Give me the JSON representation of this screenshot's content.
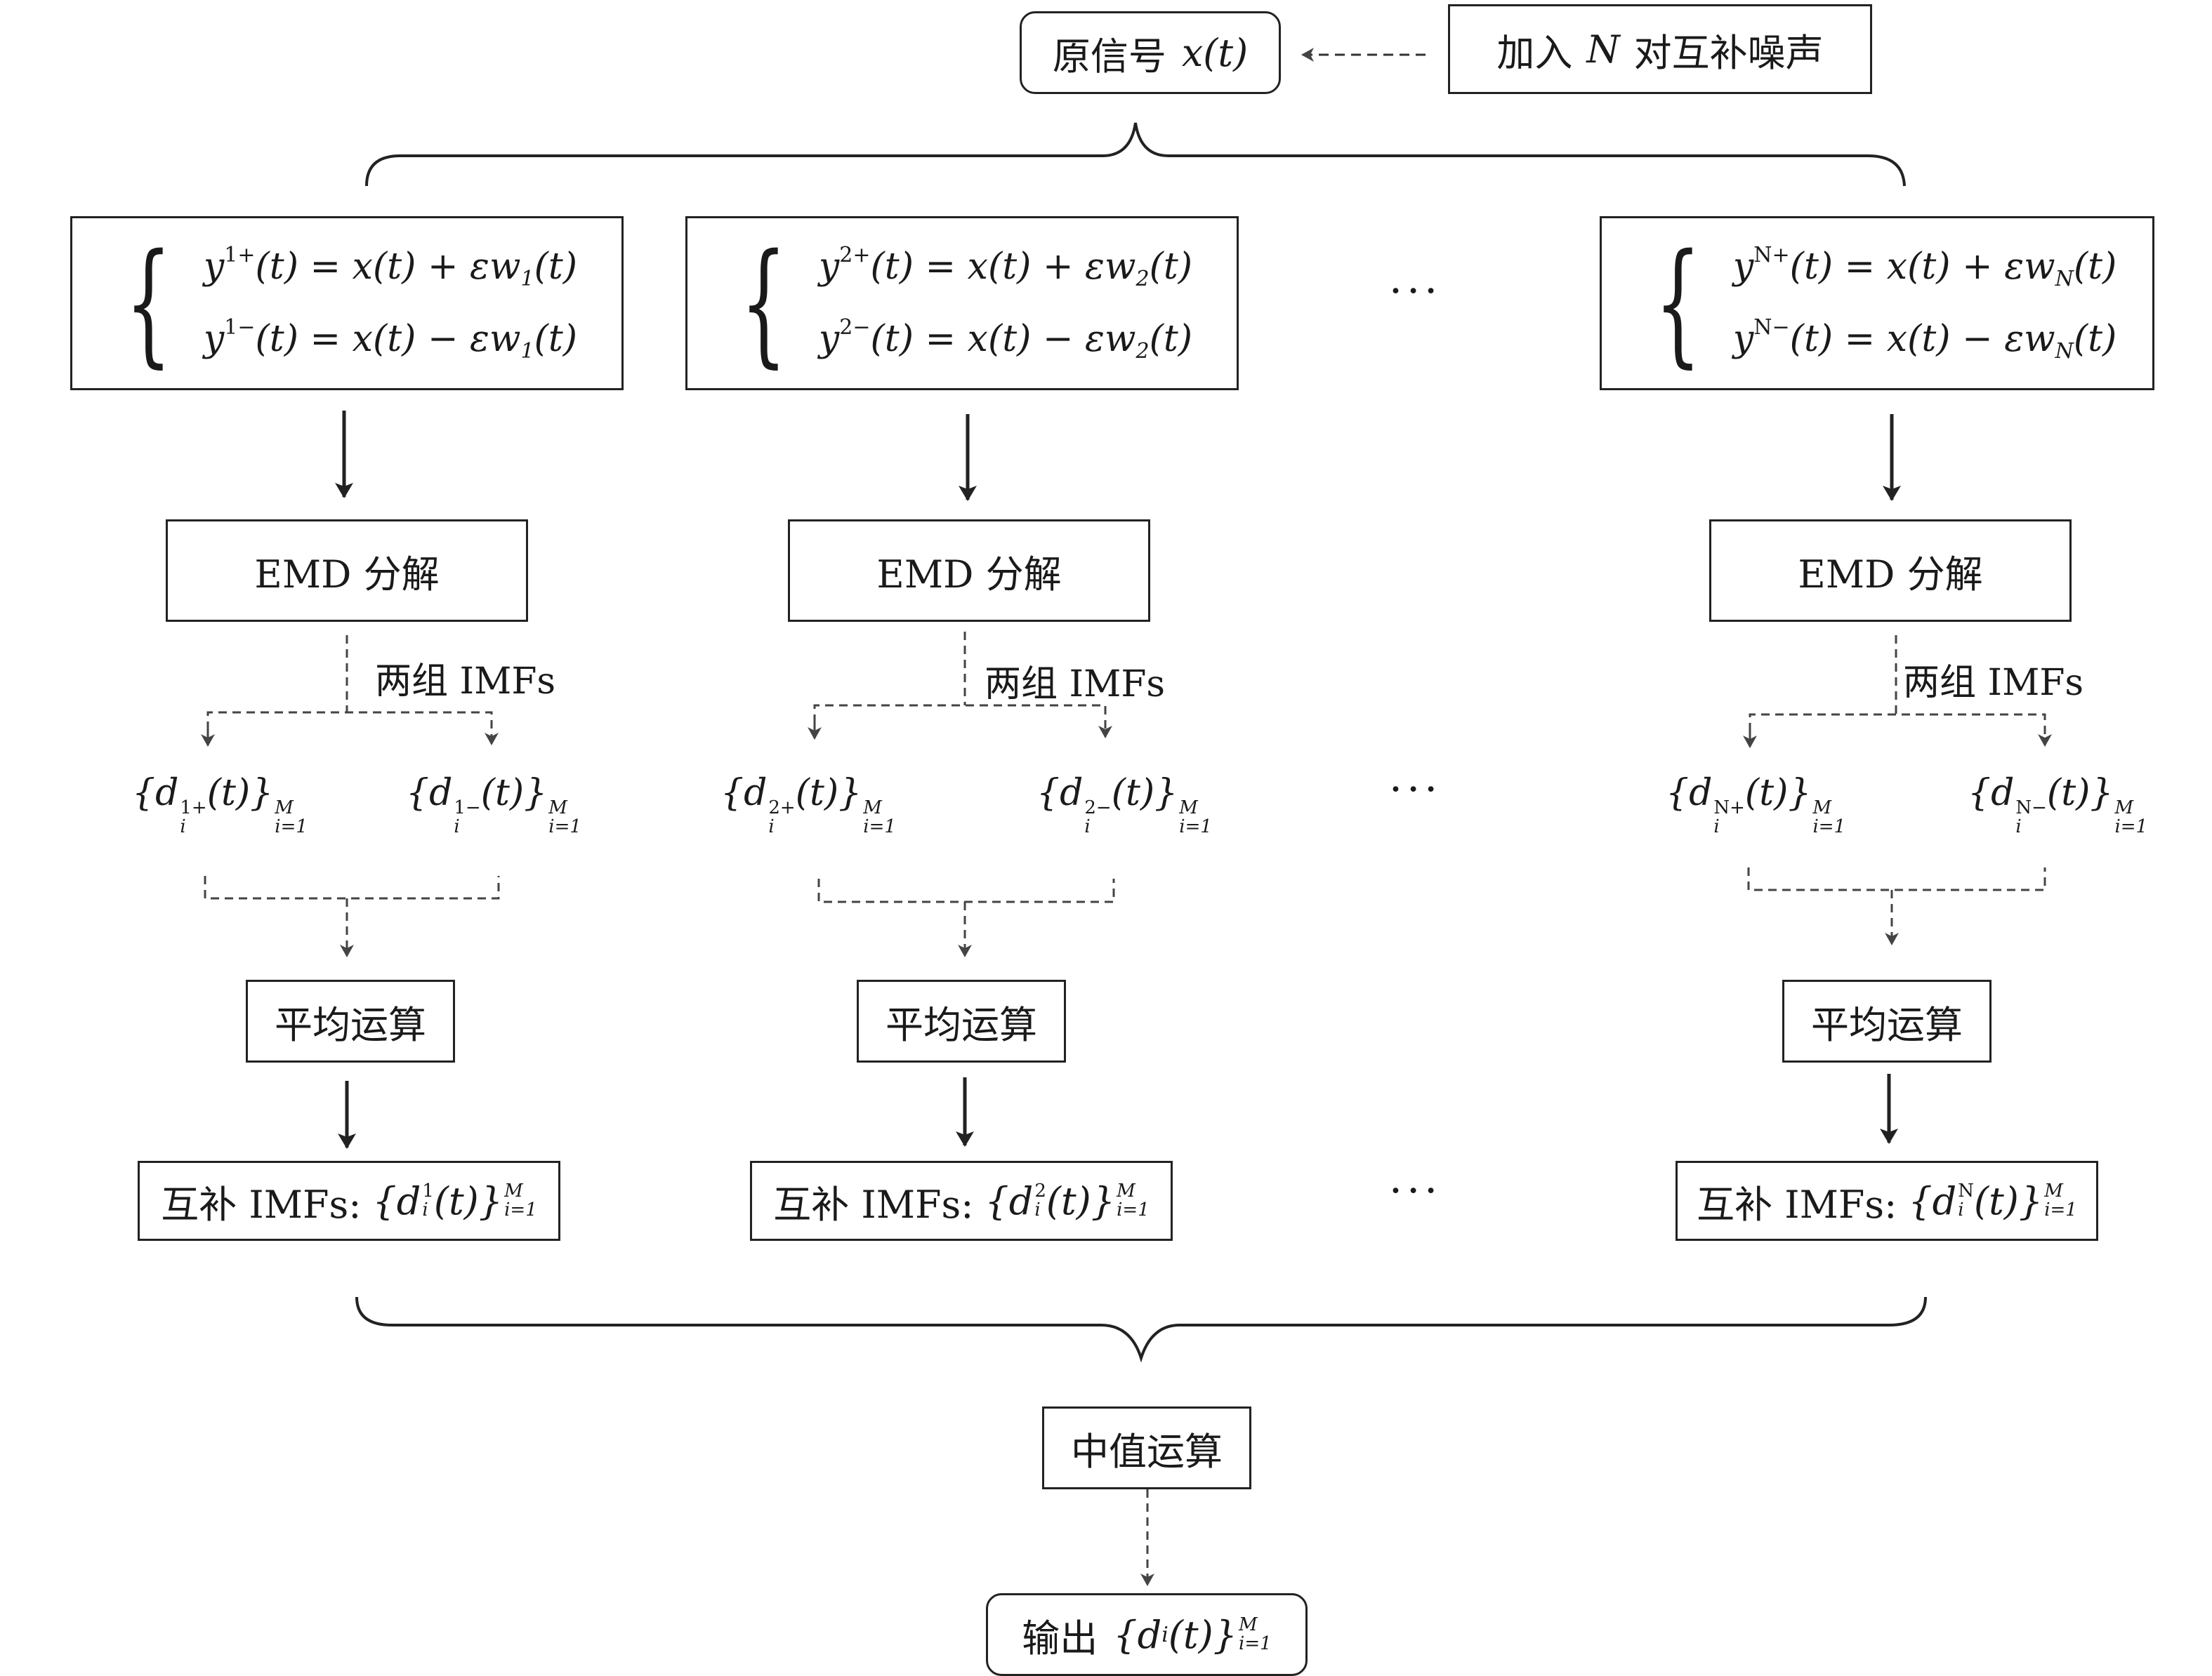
{
  "nodes": {
    "original_signal": {
      "text": "原信号",
      "math": "x(t)"
    },
    "add_noise": {
      "text_before": "加入",
      "math": "N",
      "text_after": "对互补噪声"
    },
    "median": "中值运算",
    "output": {
      "text": "输出",
      "math": "{d",
      "sub": "i",
      "close": "(t)}",
      "sup_top": "M",
      "sup_bottom": "i=1"
    }
  },
  "columns": [
    {
      "eq_plus": {
        "lhs": "y",
        "sup": "1+",
        "rest": "(t) = x(t) + εw",
        "sub": "1",
        "tail": "(t)"
      },
      "eq_minus": {
        "lhs": "y",
        "sup": "1−",
        "rest": "(t) = x(t) − εw",
        "sub": "1",
        "tail": "(t)"
      },
      "emd": "EMD 分解",
      "imf_label": "两组 IMFs",
      "set_plus": {
        "open": "{d",
        "sup": "1+",
        "sub": "i",
        "close": "(t)}",
        "top": "M",
        "bottom": "i=1"
      },
      "set_minus": {
        "open": "{d",
        "sup": "1−",
        "sub": "i",
        "close": "(t)}",
        "top": "M",
        "bottom": "i=1"
      },
      "average": "平均运算",
      "result": {
        "text": "互补 IMFs:",
        "open": "{d",
        "sup": "1",
        "sub": "i",
        "close": "(t)}",
        "top": "M",
        "bottom": "i=1"
      }
    },
    {
      "eq_plus": {
        "lhs": "y",
        "sup": "2+",
        "rest": "(t) = x(t) + εw",
        "sub": "2",
        "tail": "(t)"
      },
      "eq_minus": {
        "lhs": "y",
        "sup": "2−",
        "rest": "(t) = x(t) − εw",
        "sub": "2",
        "tail": "(t)"
      },
      "emd": "EMD 分解",
      "imf_label": "两组 IMFs",
      "set_plus": {
        "open": "{d",
        "sup": "2+",
        "sub": "i",
        "close": "(t)}",
        "top": "M",
        "bottom": "i=1"
      },
      "set_minus": {
        "open": "{d",
        "sup": "2−",
        "sub": "i",
        "close": "(t)}",
        "top": "M",
        "bottom": "i=1"
      },
      "average": "平均运算",
      "result": {
        "text": "互补 IMFs:",
        "open": "{d",
        "sup": "2",
        "sub": "i",
        "close": "(t)}",
        "top": "M",
        "bottom": "i=1"
      }
    },
    {
      "eq_plus": {
        "lhs": "y",
        "sup": "N+",
        "rest": "(t) = x(t) + εw",
        "sub": "N",
        "tail": "(t)"
      },
      "eq_minus": {
        "lhs": "y",
        "sup": "N−",
        "rest": "(t) = x(t) − εw",
        "sub": "N",
        "tail": "(t)"
      },
      "emd": "EMD 分解",
      "imf_label": "两组 IMFs",
      "set_plus": {
        "open": "{d",
        "sup": "N+",
        "sub": "i",
        "close": "(t)}",
        "top": "M",
        "bottom": "i=1"
      },
      "set_minus": {
        "open": "{d",
        "sup": "N−",
        "sub": "i",
        "close": "(t)}",
        "top": "M",
        "bottom": "i=1"
      },
      "average": "平均运算",
      "result": {
        "text": "互补 IMFs:",
        "open": "{d",
        "sup": "N",
        "sub": "i",
        "close": "(t)}",
        "top": "M",
        "bottom": "i=1"
      }
    }
  ],
  "ellipsis": "···"
}
